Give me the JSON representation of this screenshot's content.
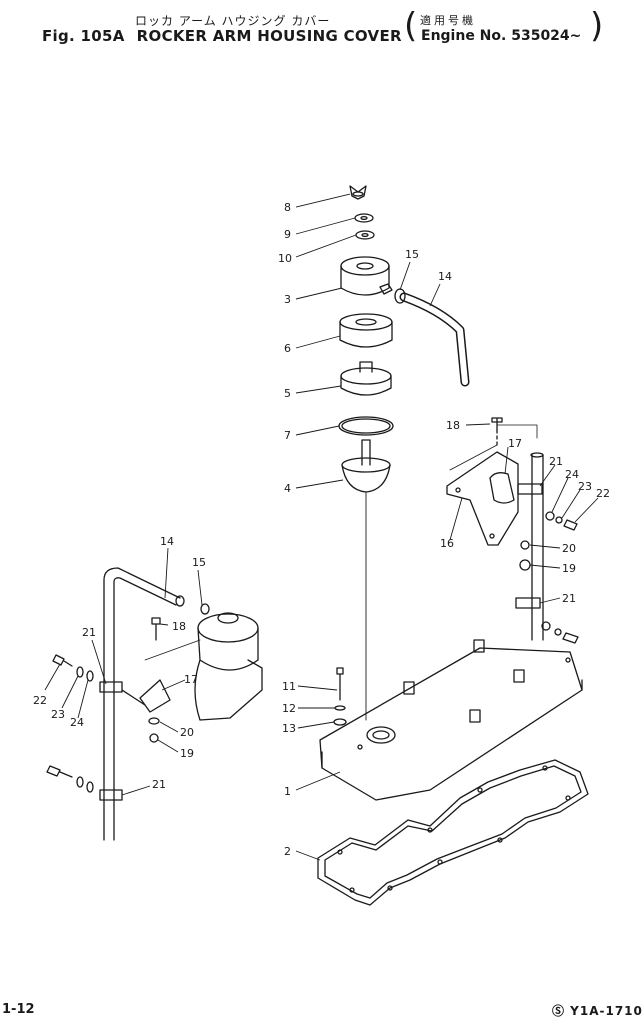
{
  "header": {
    "title_jp": "ロッカ アーム ハウジング カバー",
    "fig_label": "Fig. 105A",
    "title_en": "ROCKER ARM HOUSING COVER",
    "applicability_jp": "適用号機",
    "engine_no": "Engine No. 535024~"
  },
  "footer": {
    "page": "1-12",
    "code": "Ⓢ Y1A-1710"
  },
  "callouts": [
    "1",
    "2",
    "3",
    "4",
    "5",
    "6",
    "7",
    "8",
    "9",
    "10",
    "11",
    "12",
    "13",
    "14",
    "15",
    "16",
    "17",
    "18",
    "19",
    "20",
    "21",
    "22",
    "23",
    "24"
  ]
}
